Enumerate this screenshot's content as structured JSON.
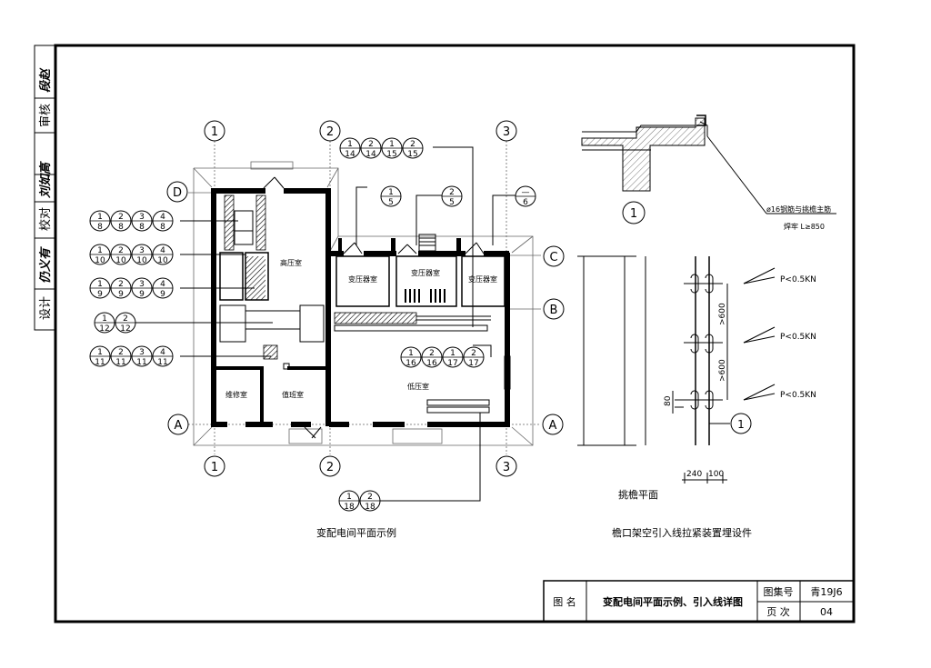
{
  "side_bar": {
    "design": "设计",
    "check": "校对",
    "review": "审核",
    "sig_design": "仍义有",
    "sig_check": "刘如高",
    "sig_review": "段赵"
  },
  "axes": {
    "col1": "1",
    "col2": "2",
    "col3": "3",
    "rowA": "A",
    "rowB": "B",
    "rowC": "C",
    "rowD": "D"
  },
  "rooms": {
    "high_voltage": "高压室",
    "transformer1": "变压器室",
    "transformer2": "变压器室",
    "transformer3": "变压器室",
    "low_voltage": "低压室",
    "repair": "维修室",
    "duty": "值班室"
  },
  "refs": {
    "top_group": [
      [
        "1",
        "14"
      ],
      [
        "2",
        "14"
      ],
      [
        "1",
        "15"
      ],
      [
        "2",
        "15"
      ]
    ],
    "r1_5": [
      "1",
      "5"
    ],
    "r2_5": [
      "2",
      "5"
    ],
    "r_6": [
      "—",
      "6"
    ],
    "row8": [
      [
        "1",
        "8"
      ],
      [
        "2",
        "8"
      ],
      [
        "3",
        "8"
      ],
      [
        "4",
        "8"
      ]
    ],
    "row10": [
      [
        "1",
        "10"
      ],
      [
        "2",
        "10"
      ],
      [
        "3",
        "10"
      ],
      [
        "4",
        "10"
      ]
    ],
    "row9": [
      [
        "1",
        "9"
      ],
      [
        "2",
        "9"
      ],
      [
        "3",
        "9"
      ],
      [
        "4",
        "9"
      ]
    ],
    "row12": [
      [
        "1",
        "12"
      ],
      [
        "2",
        "12"
      ]
    ],
    "row11": [
      [
        "1",
        "11"
      ],
      [
        "2",
        "11"
      ],
      [
        "3",
        "11"
      ],
      [
        "4",
        "11"
      ]
    ],
    "row16": [
      [
        "1",
        "16"
      ],
      [
        "2",
        "16"
      ],
      [
        "1",
        "17"
      ],
      [
        "2",
        "17"
      ]
    ],
    "row18": [
      [
        "1",
        "18"
      ],
      [
        "2",
        "18"
      ]
    ]
  },
  "detail": {
    "detail_no": "1",
    "note_line1": "ø16钢筋与挑檐主筋",
    "note_line2": "焊牢  L≥850",
    "p1": "P<0.5KN",
    "p2": "P<0.5KN",
    "p3": "P<0.5KN",
    "dim600a": ">600",
    "dim600b": ">600",
    "dim80": "80",
    "dim240": "240",
    "dim100": "100",
    "section_ref": "1",
    "plan_label": "挑檐平面"
  },
  "captions": {
    "left": "变配电间平面示例",
    "right": "檐口架空引入线拉紧装置埋设件"
  },
  "title_block": {
    "label_name": "图 名",
    "drawing_name": "变配电间平面示例、引入线详图",
    "label_atlas": "图集号",
    "atlas_no": "青19J6",
    "label_page": "页 次",
    "page_no": "04"
  }
}
